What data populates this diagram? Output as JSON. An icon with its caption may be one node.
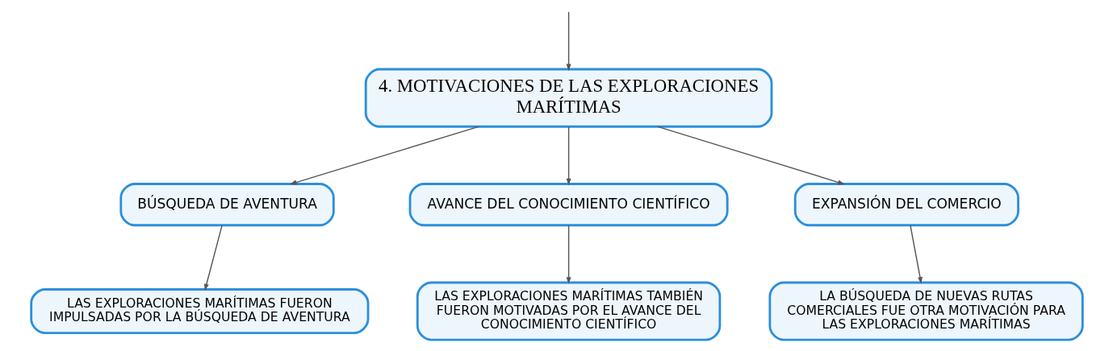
{
  "diagram": {
    "nodes": [
      {
        "text": [
          "4. MOTIVACIONES DE LAS EXPLORACIONES MARÍTIMAS"
        ]
      },
      {
        "text": [
          "BÚSQUEDA DE AVENTURA"
        ]
      },
      {
        "text": [
          "AVANCE DEL CONOCIMIENTO CIENTÍFICO"
        ]
      },
      {
        "text": [
          "EXPANSIÓN DEL COMERCIO"
        ]
      },
      {
        "text": [
          "LAS EXPLORACIONES MARÍTIMAS FUERON IMPULSADAS POR LA BÚSQUEDA DE AVENTURA"
        ]
      },
      {
        "text": [
          "LAS EXPLORACIONES MARÍTIMAS TAMBIÉN FUERON MOTIVADAS POR EL AVANCE DEL CONOCIMIENTO CIENTÍFICO"
        ]
      },
      {
        "text": [
          "LA BÚSQUEDA DE NUEVAS RUTAS COMERCIALES FUE OTRA MOTIVACIÓN PARA LAS EXPLORACIONES MARÍTIMAS"
        ]
      }
    ],
    "edges": [
      {
        "from": null,
        "to": 0,
        "arrow": "to"
      },
      {
        "from": 0,
        "to": 1,
        "arrow": "to"
      },
      {
        "from": 0,
        "to": 2,
        "arrow": "to"
      },
      {
        "from": 0,
        "to": 3,
        "arrow": "to"
      },
      {
        "from": 1,
        "to": 4,
        "arrow": "to"
      },
      {
        "from": 2,
        "to": 5,
        "arrow": "to"
      },
      {
        "from": 3,
        "to": 6,
        "arrow": "to"
      }
    ]
  }
}
